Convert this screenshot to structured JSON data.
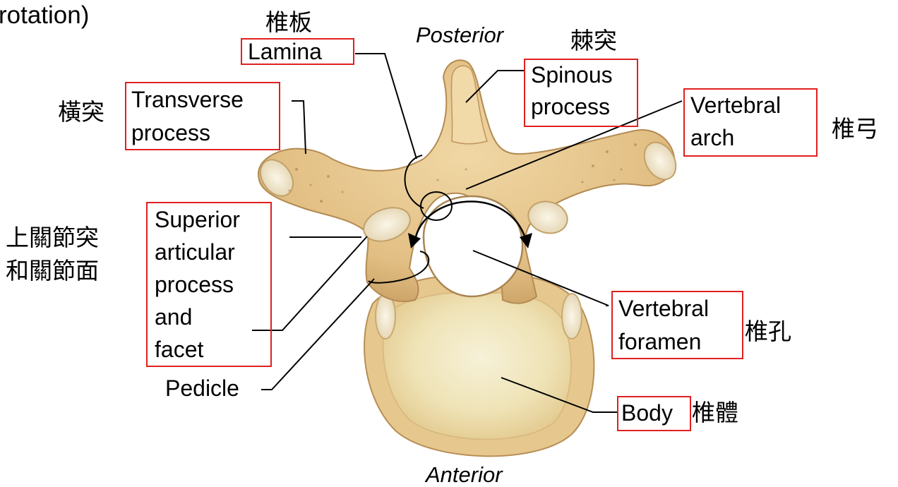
{
  "header_fragment": "rotation)",
  "orientation": {
    "top": "Posterior",
    "bottom": "Anterior"
  },
  "labels": {
    "lamina": {
      "en": "Lamina",
      "zh": "椎板"
    },
    "spinous": {
      "en_line1": "Spinous",
      "en_line2": "process",
      "zh": "棘突"
    },
    "transverse": {
      "en_line1": "Transverse",
      "en_line2": "process",
      "zh": "橫突"
    },
    "arch": {
      "en_line1": "Vertebral",
      "en_line2": "arch",
      "zh": "椎弓"
    },
    "superior": {
      "en_lines": [
        "Superior",
        "articular",
        "process",
        "and",
        "facet"
      ],
      "zh_line1": "上關節突",
      "zh_line2": "和關節面"
    },
    "foramen": {
      "en_line1": "Vertebral",
      "en_line2": "foramen",
      "zh": "椎孔"
    },
    "pedicle": {
      "en": "Pedicle"
    },
    "body": {
      "en": "Body",
      "zh": "椎體"
    }
  },
  "colors": {
    "box_border": "#e02020",
    "bone": "#e8c98f",
    "bone_dark": "#c9a266",
    "body_center": "#f4efd0",
    "leader": "#000000"
  }
}
